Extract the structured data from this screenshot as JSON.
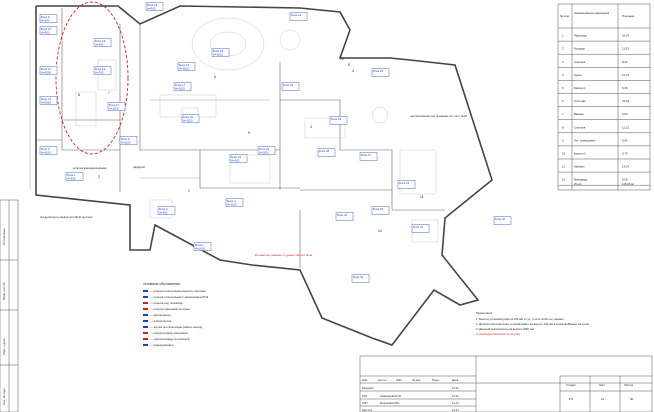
{
  "plan": {
    "block_labels": [
      {
        "id": "b1",
        "title": "Блок 9",
        "sub": "Н=300"
      },
      {
        "id": "b2",
        "title": "Блок 10",
        "sub": "Н=300"
      },
      {
        "id": "b3",
        "title": "Блок 11",
        "sub": "Н=2550"
      },
      {
        "id": "b4",
        "title": "Блок 12",
        "sub": "Н=2550"
      },
      {
        "id": "b5",
        "title": "Блок 15",
        "sub": "Н=300"
      },
      {
        "id": "b6",
        "title": "Блок 13",
        "sub": "Н=750"
      },
      {
        "id": "b7",
        "title": "Блок 14",
        "sub": "Н=1100"
      },
      {
        "id": "b8",
        "title": "Блок 16",
        "sub": "Н=1100"
      },
      {
        "id": "b9",
        "title": "Блок 17",
        "sub": "Н=1100"
      },
      {
        "id": "b10",
        "title": "Блок 18",
        "sub": "Н=1100"
      },
      {
        "id": "b11",
        "title": "Блок 19",
        "sub": "Н=300"
      },
      {
        "id": "b12",
        "title": "Блок 20",
        "sub": "Н=1100"
      },
      {
        "id": "b13",
        "title": "Блок 21",
        "sub": ""
      },
      {
        "id": "b14",
        "title": "Блок 22",
        "sub": "Н=300"
      },
      {
        "id": "b15",
        "title": "Блок 23",
        "sub": "Н=1100"
      },
      {
        "id": "b16",
        "title": "Блок 24",
        "sub": ""
      },
      {
        "id": "b17",
        "title": "Блок 25",
        "sub": ""
      },
      {
        "id": "b18",
        "title": "Блок 26",
        "sub": ""
      },
      {
        "id": "b19",
        "title": "Блок 27",
        "sub": ""
      },
      {
        "id": "b20",
        "title": "Блок 28",
        "sub": ""
      },
      {
        "id": "b21",
        "title": "Блок 29",
        "sub": ""
      },
      {
        "id": "b22",
        "title": "Блок 30",
        "sub": ""
      },
      {
        "id": "b23",
        "title": "Блок 31",
        "sub": ""
      },
      {
        "id": "b24",
        "title": "Блок 32",
        "sub": ""
      },
      {
        "id": "b25",
        "title": "Блок 33",
        "sub": ""
      },
      {
        "id": "b26",
        "title": "Блок 34",
        "sub": ""
      },
      {
        "id": "b27",
        "title": "Блок 6",
        "sub": "Н=1100"
      },
      {
        "id": "b28",
        "title": "Блок 5",
        "sub": "Н=1100"
      },
      {
        "id": "b29",
        "title": "Блок 4",
        "sub": "Н=300"
      },
      {
        "id": "b30",
        "title": "Блок 3",
        "sub": "Н=1100"
      },
      {
        "id": "b31",
        "title": "Блок 2",
        "sub": "Н=1100"
      },
      {
        "id": "b32",
        "title": "Блок 1",
        "sub": "Н=300"
      }
    ],
    "room_numbers": [
      "1",
      "2",
      "3",
      "4",
      "5",
      "6",
      "7",
      "8",
      "9",
      "10",
      "11",
      "12"
    ],
    "notes": {
      "wardrobe": "гардероб",
      "waterproof": "розетка водозащищённая",
      "router": "предусмотреть вывод для Wi-Fi роутера",
      "height_note": "все высоты указаны от уровня чистого пола",
      "centralization": "централизация под приёмник см. лист №18"
    }
  },
  "legend": {
    "title": "Условные обозначения:",
    "items": [
      {
        "color": "#1f3fbf",
        "text": "— розетка штепсельная скрытого монтажа"
      },
      {
        "color": "#1f3fbf",
        "text": "— розетка штепсельная с заземлением IP44"
      },
      {
        "color": "#d02020",
        "text": "— розетка под телевизор"
      },
      {
        "color": "#d02020",
        "text": "— розетка сдвоенная интернет"
      },
      {
        "color": "#1f3fbf",
        "text": "— выключатель"
      },
      {
        "color": "#1f3fbf",
        "text": "— электроплита"
      },
      {
        "color": "#1f3fbf",
        "text": "— датчик протечки воды (кабель выход)"
      },
      {
        "color": "#d02020",
        "text": "— электроподвод настенный"
      },
      {
        "color": "#d02020",
        "text": "— электроподвод потолочный"
      },
      {
        "color": "#1f3fbf",
        "text": "— видеодомофон"
      }
    ]
  },
  "room_table": {
    "headers": [
      "№ пом.",
      "Наименование помещения",
      "Площадь"
    ],
    "rows": [
      [
        "1",
        "Прихожая",
        "18,33"
      ],
      [
        "2",
        "Коридор",
        "11,53"
      ],
      [
        "3",
        "Спальня",
        "8,23"
      ],
      [
        "4",
        "Кухня",
        "14,27"
      ],
      [
        "5",
        "Балкон 1",
        "5,26"
      ],
      [
        "6",
        "Гостиная",
        "23,64"
      ],
      [
        "7",
        "Ванная",
        "5,61"
      ],
      [
        "8",
        "Спальня",
        "12,22"
      ],
      [
        "9",
        "Тех. помещение",
        "5,04"
      ],
      [
        "10",
        "Балкон 2",
        "5,73"
      ],
      [
        "11",
        "Кабинет",
        "14,14"
      ],
      [
        "12",
        "Мансарда",
        "5,08"
      ]
    ],
    "total_label": "Итого:",
    "total_value": "115,35 м²"
  },
  "notes_block": {
    "title": "Примечания",
    "lines": [
      "1. Высота установки розеток 250 мм от ур. п если особо не указано",
      "2. Датчики протечки воды устанавливать на высоте 100 мм в санузлах/Ванна, на кухне",
      "3. Дверной выключатель на высоте 2050 мм",
      "4. Проводка электрики по потолку"
    ]
  },
  "title_block": {
    "col_headers": [
      "Изм.",
      "Кол.уч.",
      "Лист",
      "№ док.",
      "Подп.",
      "Дата"
    ],
    "rows": [
      {
        "role": "Разработ.",
        "name": "",
        "date": "11.21"
      },
      {
        "role": "ГАП",
        "name": "Семенцова Ю.Б.",
        "date": "11.21"
      },
      {
        "role": "ГИП",
        "name": "Морозова И.Ю.",
        "date": "11.21"
      },
      {
        "role": "Нач.отд.",
        "name": "",
        "date": "11.21"
      }
    ],
    "stage_headers": [
      "Стадия",
      "Лист",
      "Листов"
    ],
    "stage_values": [
      "РП",
      "21",
      "46"
    ]
  },
  "side_stamp": {
    "labels": [
      "Согласовано",
      "Взам. инв. №",
      "Подп. и дата",
      "Инв. № подл."
    ]
  }
}
